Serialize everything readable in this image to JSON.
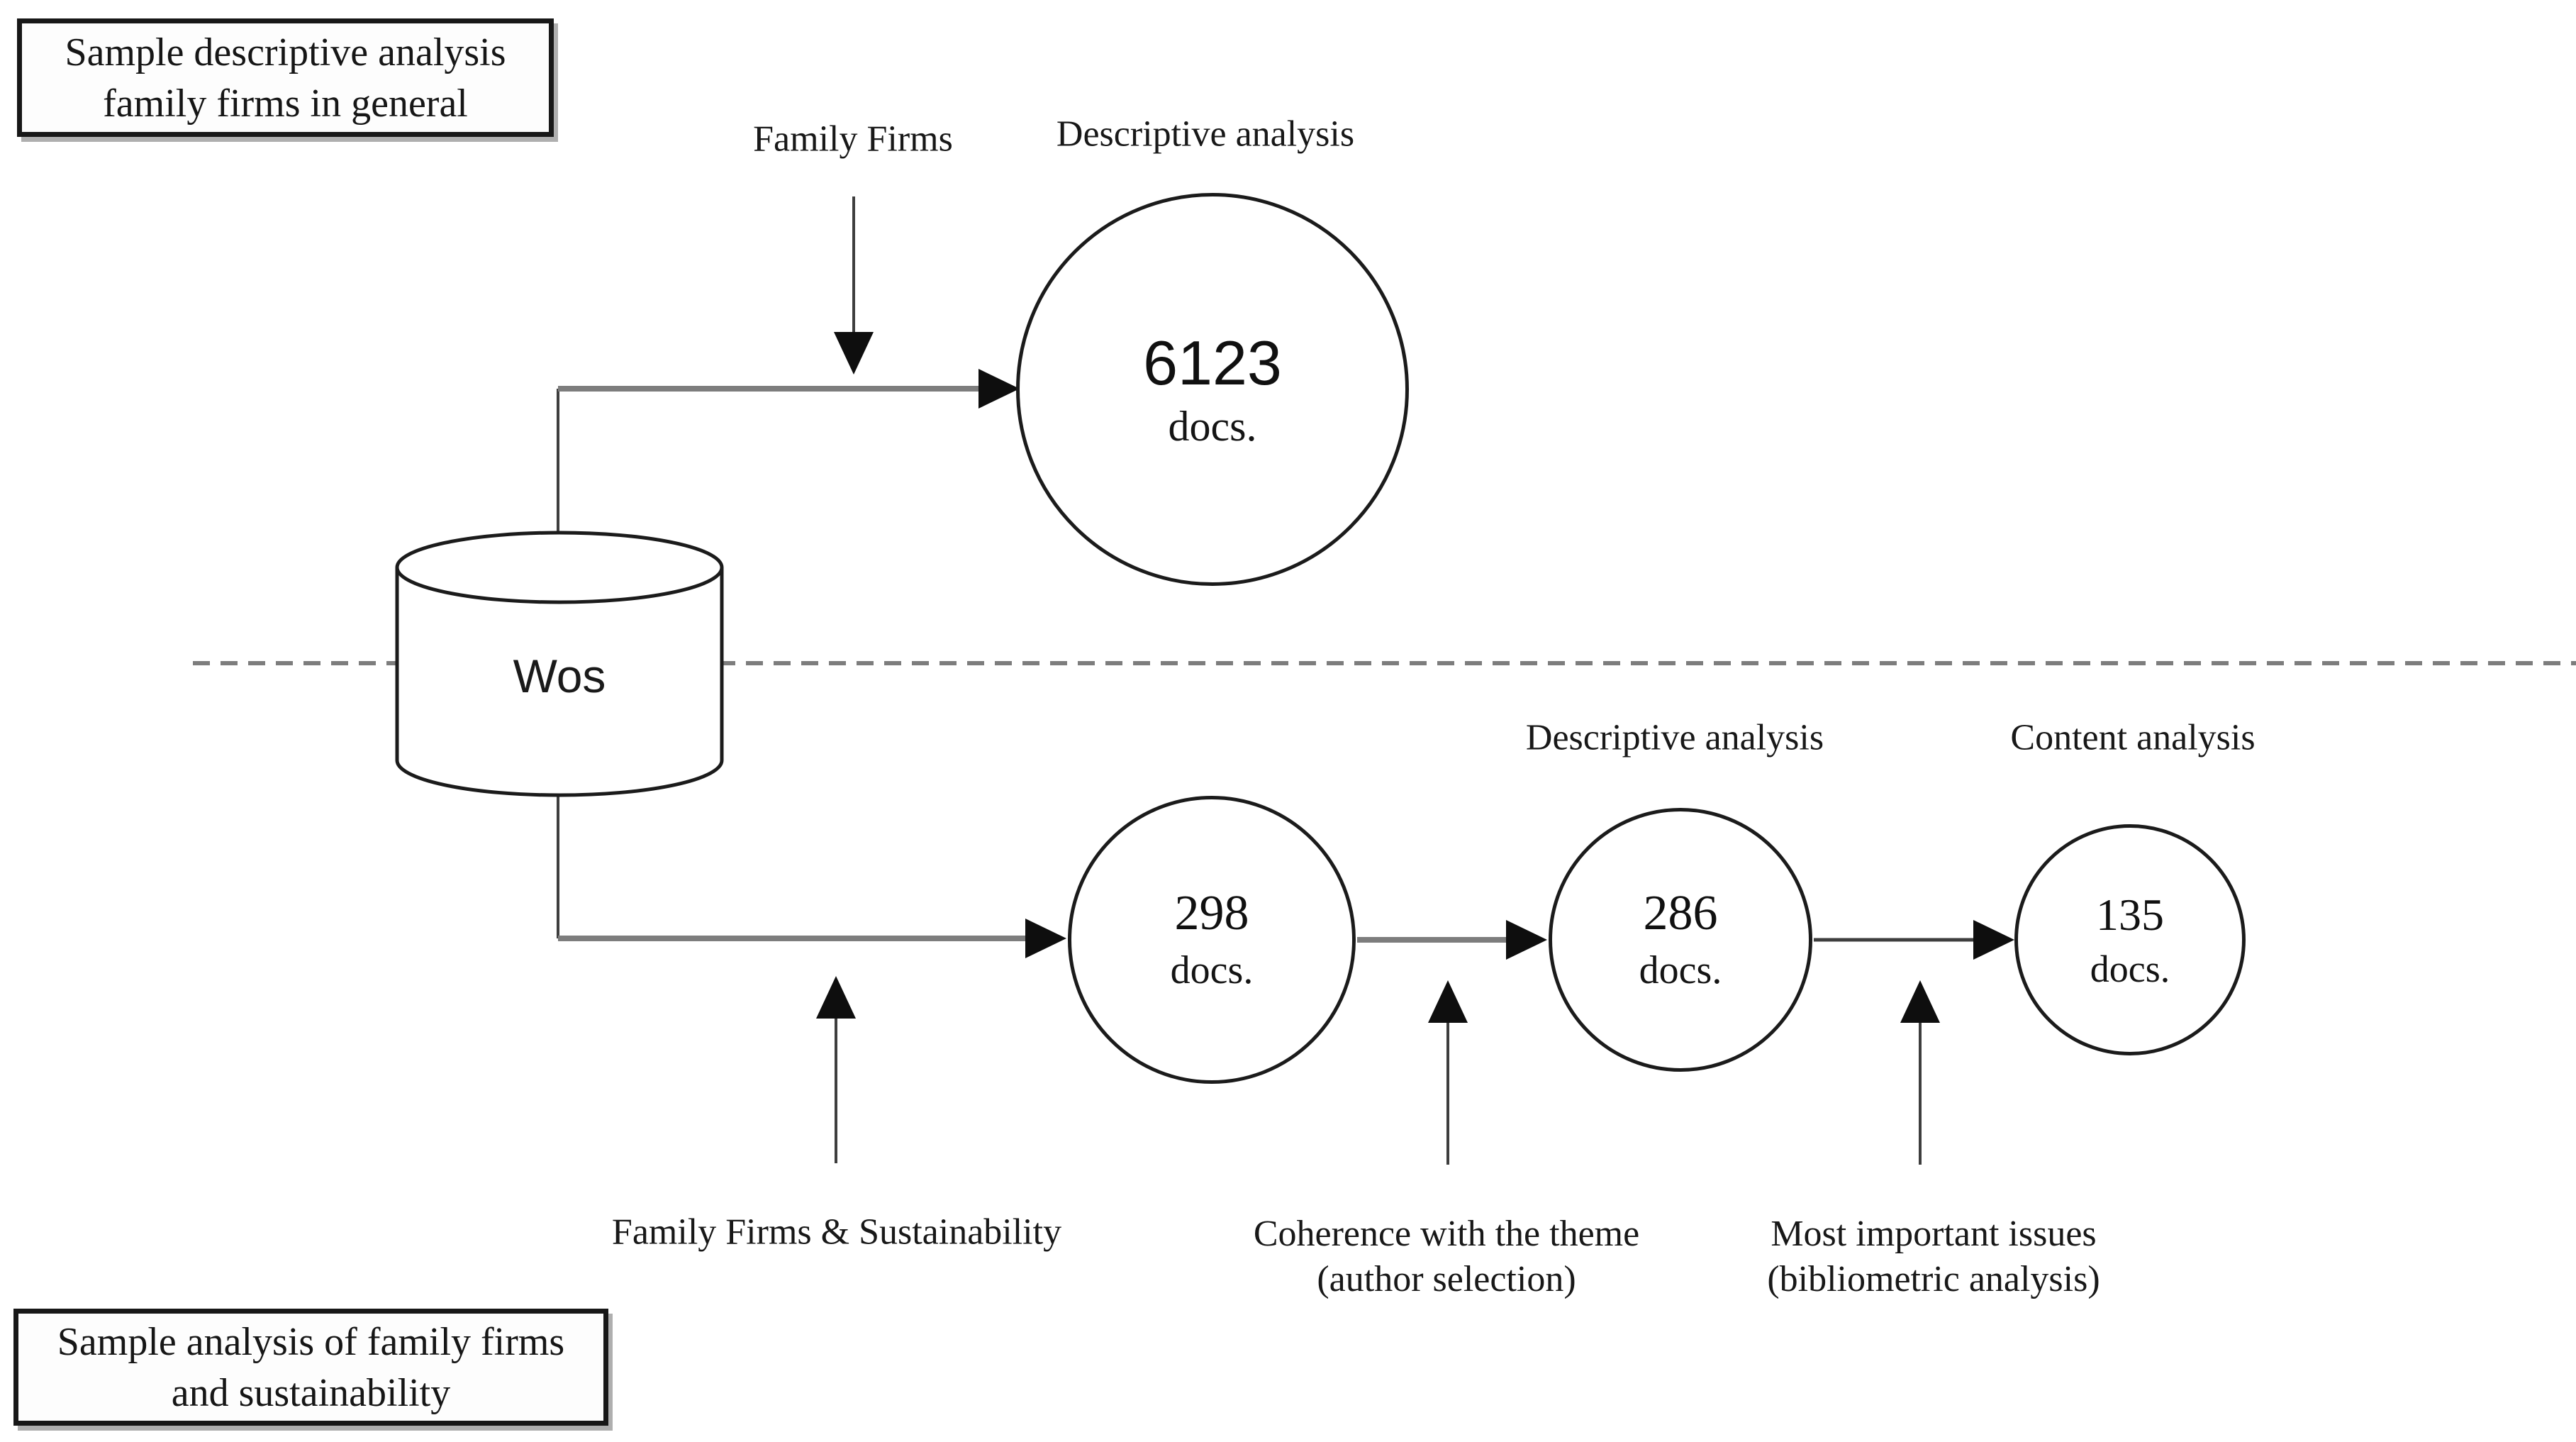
{
  "colors": {
    "background": "#ffffff",
    "ink": "#1b1b1b",
    "line_gray": "#7d7d7d",
    "line_dark": "#3e3e3e",
    "text": "#1f1f1f"
  },
  "boxes": {
    "top_left": {
      "line1": "Sample descriptive analysis",
      "line2": "family firms in general"
    },
    "bottom_left": {
      "line1": "Sample analysis of family firms",
      "line2": "and sustainability"
    }
  },
  "database": {
    "label": "Wos"
  },
  "top_flow": {
    "input_label": "Family Firms",
    "stage_label": "Descriptive analysis",
    "node": {
      "count": "6123",
      "unit": "docs."
    }
  },
  "bottom_flow": {
    "input_label": "Family Firms & Sustainability",
    "nodes": [
      {
        "count": "298",
        "unit": "docs."
      },
      {
        "count": "286",
        "unit": "docs.",
        "stage_label": "Descriptive analysis"
      },
      {
        "count": "135",
        "unit": "docs.",
        "stage_label": "Content analysis"
      }
    ],
    "filters": [
      {
        "line1": "Coherence with the theme",
        "line2": "(author selection)"
      },
      {
        "line1": "Most important issues",
        "line2": "(bibliometric analysis)"
      }
    ]
  }
}
